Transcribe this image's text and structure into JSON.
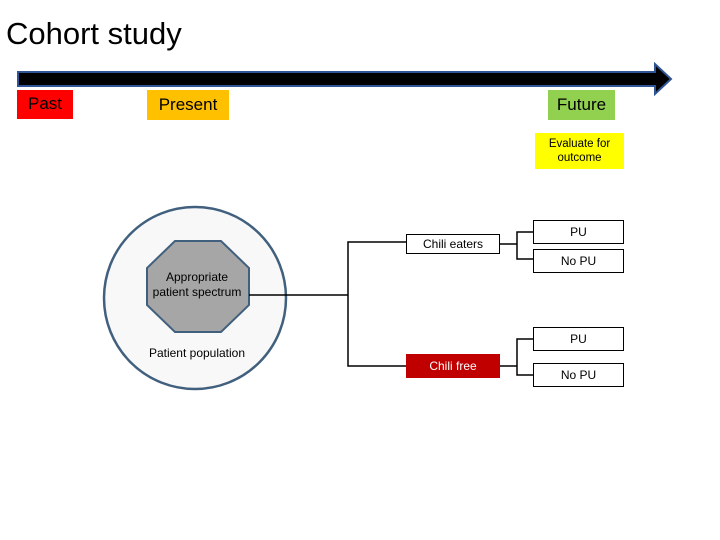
{
  "title": "Cohort study",
  "timeline": {
    "past": "Past",
    "present": "Present",
    "future": "Future"
  },
  "evaluate_label": "Evaluate for outcome",
  "population": {
    "outer_label": "Patient population",
    "inner_label": "Appropriate patient spectrum"
  },
  "groups": {
    "exposed": "Chili eaters",
    "unexposed": "Chili free"
  },
  "outcomes": {
    "exposed_positive": "PU",
    "exposed_negative": "No PU",
    "unexposed_positive": "PU",
    "unexposed_negative": "No PU"
  },
  "colors": {
    "past": "#ff0000",
    "present": "#ffc000",
    "future": "#92d050",
    "evaluate": "#ffff00",
    "timeline_arrow": "#000000",
    "timeline_border": "#2f5597",
    "circle_border": "#41607e",
    "circle_fill": "#f8f8f8",
    "octagon_fill": "#a6a6a6",
    "octagon_border": "#41607e",
    "chili_free": "#c00000"
  }
}
